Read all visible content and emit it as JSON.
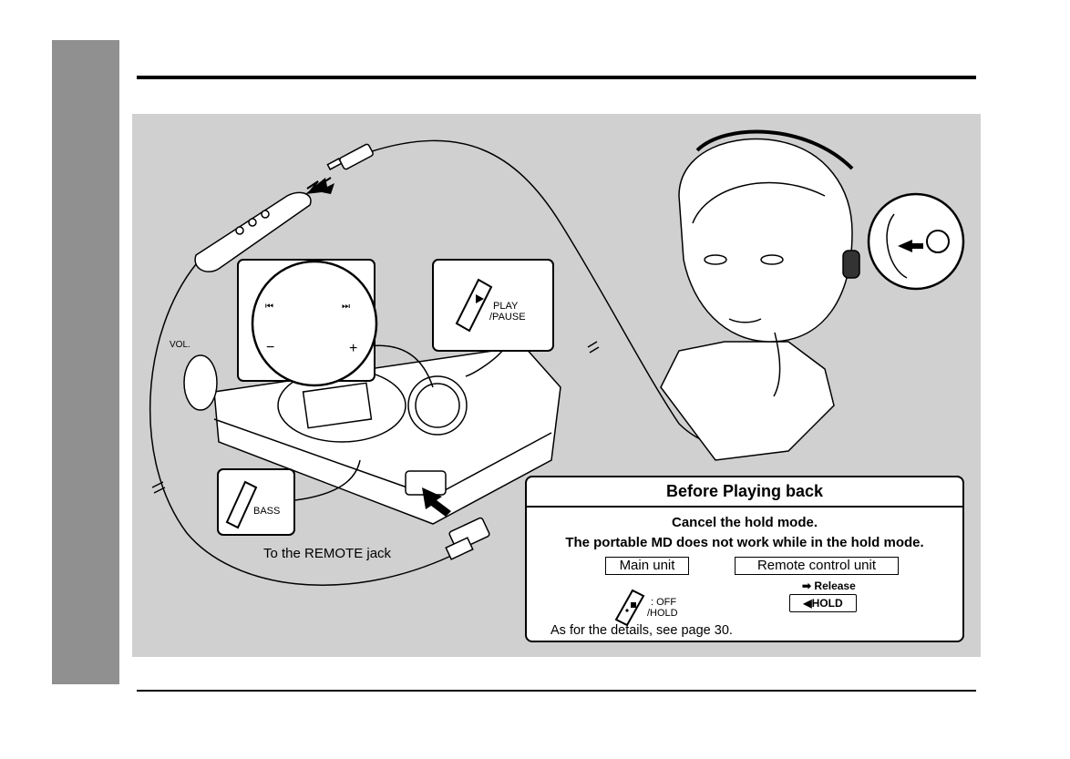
{
  "labels": {
    "remote_jack": "To the REMOTE jack",
    "play_pause": "PLAY",
    "play_pause_2": "/PAUSE",
    "vol": "VOL.",
    "bass": "BASS"
  },
  "info_box": {
    "title": "Before Playing back",
    "line1": "Cancel the hold mode.",
    "line2": "The portable MD does not work while in the hold mode.",
    "main_unit": "Main unit",
    "remote_unit": "Remote control unit",
    "off_label": ": OFF",
    "hold_label": "/HOLD",
    "release": "Release",
    "hold_switch": "HOLD",
    "details": "As for the details, see page 30."
  },
  "colors": {
    "panel": "#d0d0d0",
    "side_tab": "#909090"
  }
}
